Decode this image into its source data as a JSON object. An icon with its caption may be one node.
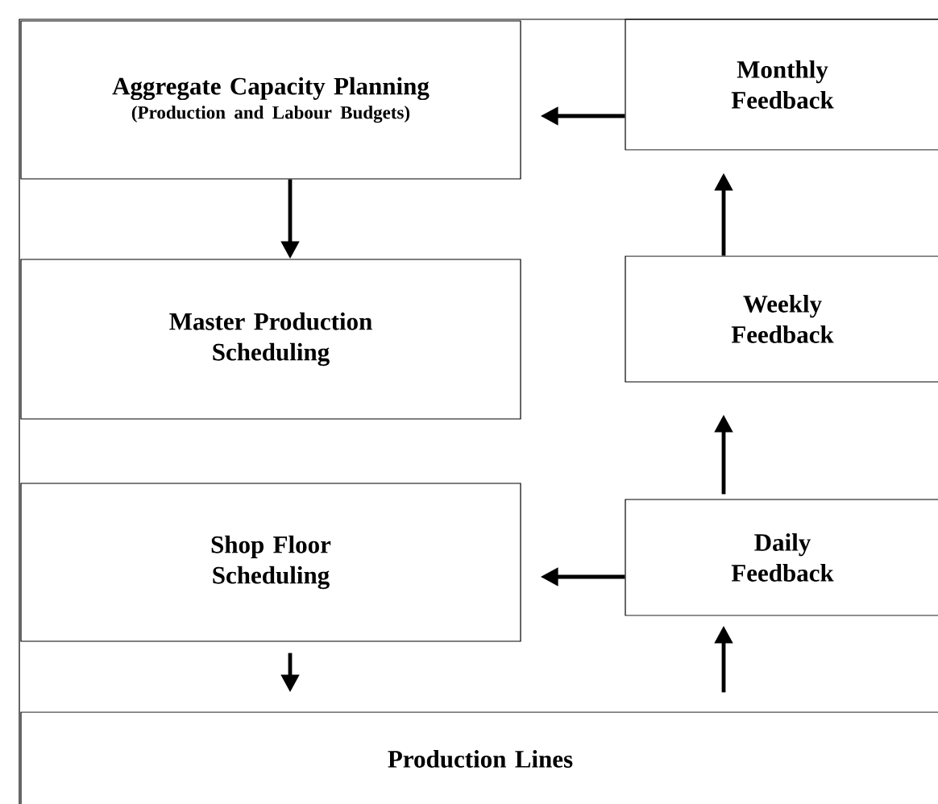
{
  "diagram": {
    "nodes": [
      {
        "text": [
          "Aggregate Capacity Planning",
          "(Production and Labour Budgets)"
        ]
      },
      {
        "text": [
          "Monthly Feedback"
        ]
      },
      {
        "text": [
          "Master Production Scheduling"
        ]
      },
      {
        "text": [
          "Weekly Feedback"
        ]
      },
      {
        "text": [
          "Shop Floor Scheduling"
        ]
      },
      {
        "text": [
          "Daily Feedback"
        ]
      },
      {
        "text": [
          "Production Lines"
        ]
      }
    ],
    "edges": [
      {
        "from": 1,
        "to": 0,
        "arrow": "to"
      },
      {
        "from": 0,
        "to": 2,
        "arrow": "to"
      },
      {
        "from": 3,
        "to": 1,
        "arrow": "to"
      },
      {
        "from": 5,
        "to": 3,
        "arrow": "to"
      },
      {
        "from": 5,
        "to": 4,
        "arrow": "to"
      },
      {
        "from": 4,
        "to": 6,
        "arrow": "to"
      },
      {
        "from": 6,
        "to": 5,
        "arrow": "to"
      }
    ]
  }
}
